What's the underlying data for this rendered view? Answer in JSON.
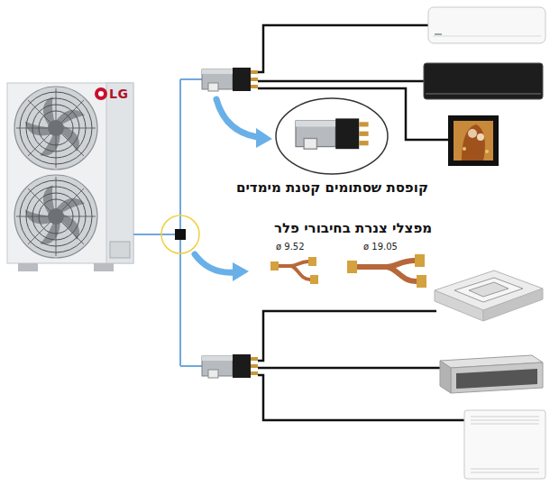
{
  "diagram": {
    "nodes": [
      {
        "text": [
          "LG"
        ]
      },
      {
        "text": [
          "קופסת שסתומים קטנת מימדים"
        ]
      }
    ],
    "labels": [
      "מפצלי צנרת בחיבורי פלר",
      "ø 9.52",
      "ø 19.05"
    ]
  }
}
